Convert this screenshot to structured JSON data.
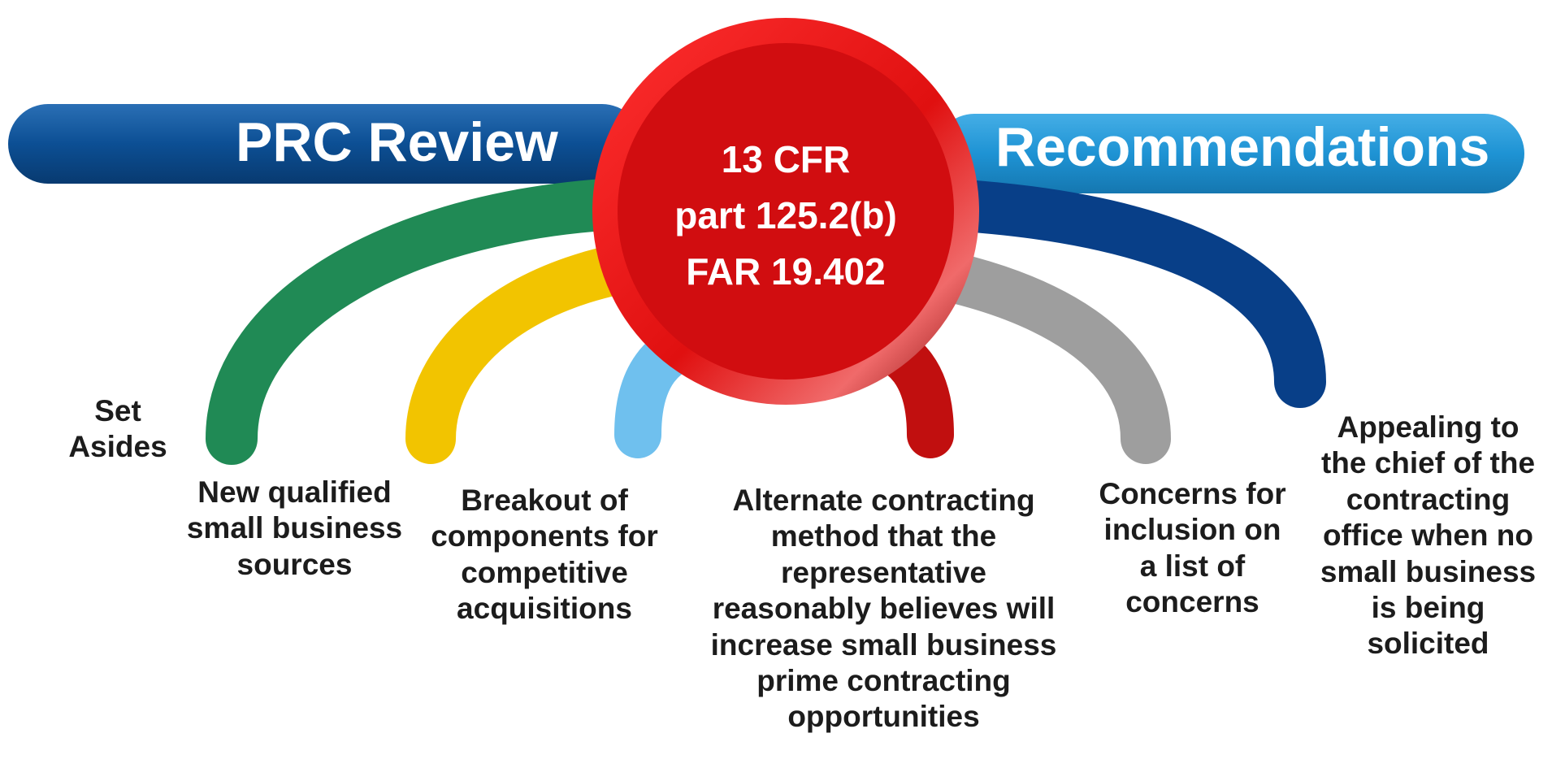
{
  "banner": {
    "left_title": "PRC Review",
    "right_title": "Recommendations",
    "left_color": "#0c4f94",
    "right_color": "#1e93d4"
  },
  "hub": {
    "line1": "13 CFR",
    "line2": "part 125.2(b)",
    "line3": "FAR 19.402",
    "color": "#d10d10"
  },
  "arcs": [
    {
      "name": "green-arc",
      "color": "#208a55"
    },
    {
      "name": "yellow-arc",
      "color": "#f2c400"
    },
    {
      "name": "light-blue-arc",
      "color": "#6fc0ee"
    },
    {
      "name": "red-arc",
      "color": "#c10f0f"
    },
    {
      "name": "gray-arc",
      "color": "#9e9e9e"
    },
    {
      "name": "navy-arc",
      "color": "#083f88"
    }
  ],
  "labels": {
    "set_asides": "Set\nAsides",
    "new_sources": "New qualified\nsmall business\nsources",
    "breakout": "Breakout of\ncomponents for\ncompetitive\nacquisitions",
    "alternate": "Alternate contracting\nmethod that the\nrepresentative\nreasonably believes will\nincrease small business\nprime contracting\nopportunities",
    "concerns": "Concerns for\ninclusion on\na list of\nconcerns",
    "appealing": "Appealing to\nthe chief of the\ncontracting\noffice when no\nsmall business\nis being\nsolicited"
  }
}
